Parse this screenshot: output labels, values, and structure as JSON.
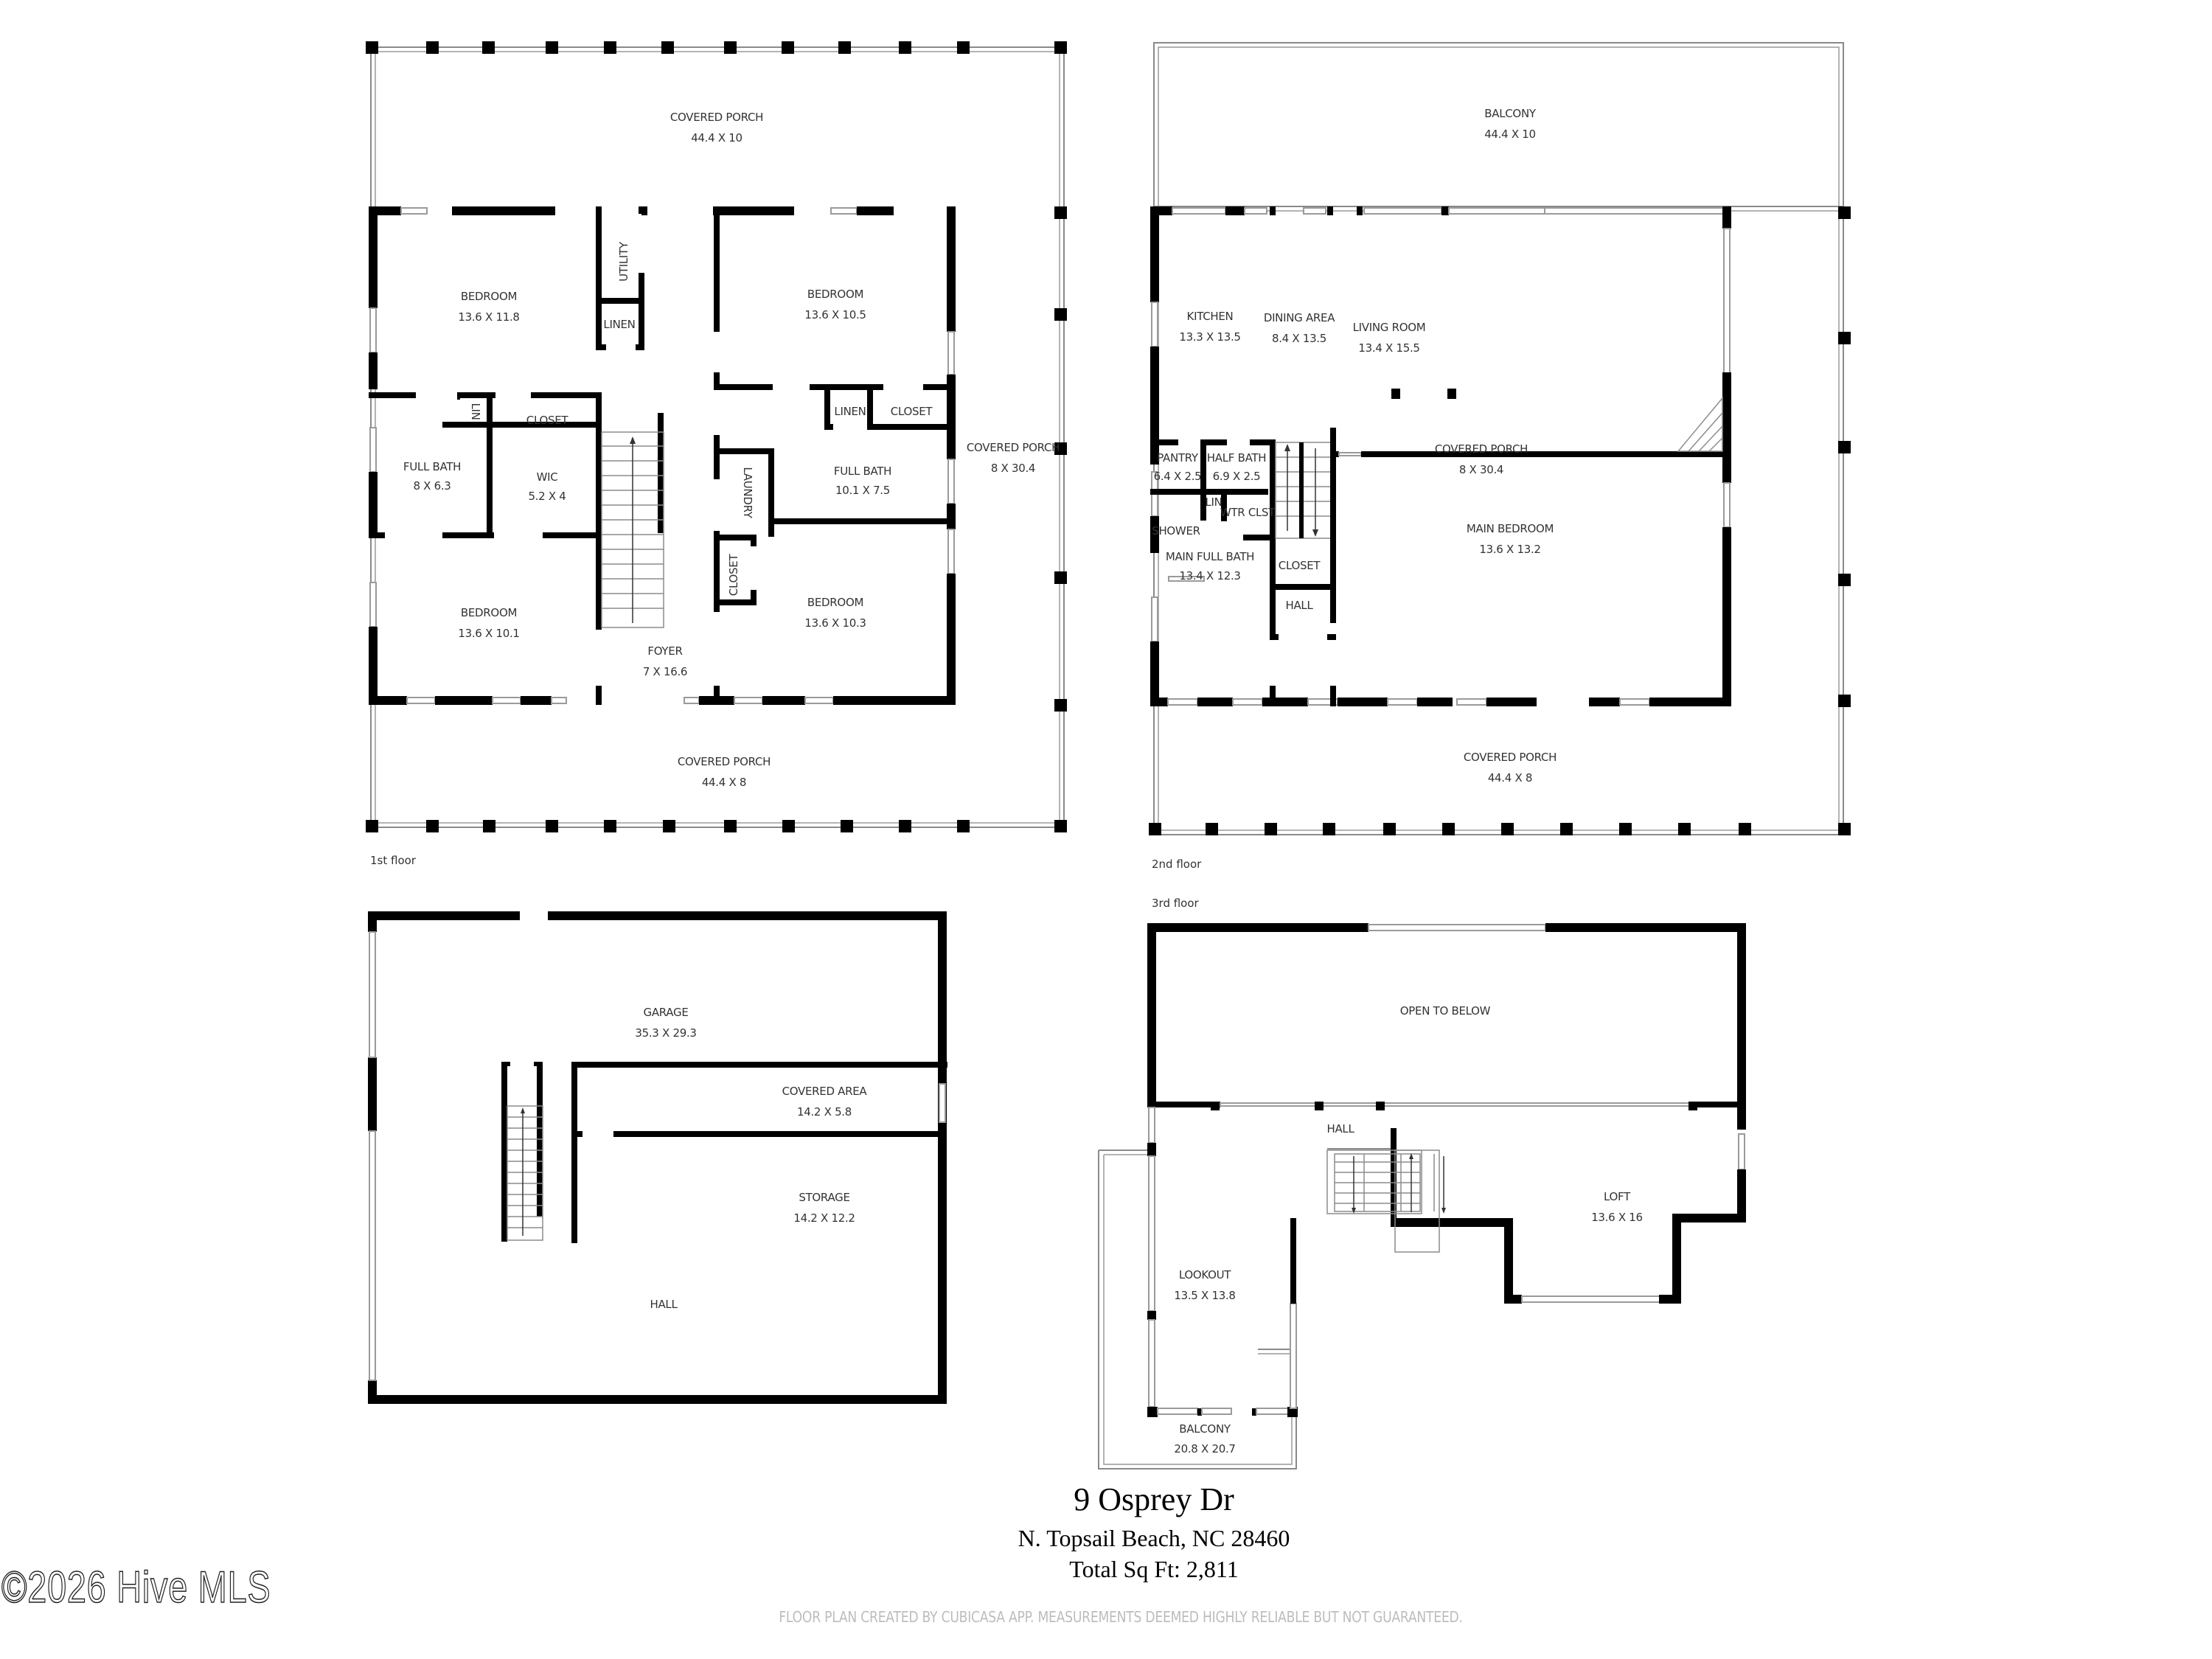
{
  "floors": {
    "first": {
      "label": "1st floor",
      "rooms": {
        "porch_top": {
          "name": "COVERED PORCH",
          "dims": "44.4 X 10"
        },
        "bedroom_nw": {
          "name": "BEDROOM",
          "dims": "13.6 X 11.8"
        },
        "utility": {
          "name": "UTILITY"
        },
        "linen_w": {
          "name": "LINEN"
        },
        "bedroom_ne": {
          "name": "BEDROOM",
          "dims": "13.6 X 10.5"
        },
        "lin": {
          "name": "LIN"
        },
        "closet_w": {
          "name": "CLOSET"
        },
        "linen_e": {
          "name": "LINEN"
        },
        "closet_e": {
          "name": "CLOSET"
        },
        "full_bath_w": {
          "name": "FULL BATH",
          "dims": "8 X 6.3"
        },
        "wic": {
          "name": "WIC",
          "dims": "5.2 X 4"
        },
        "laundry": {
          "name": "LAUNDRY"
        },
        "full_bath_e": {
          "name": "FULL BATH",
          "dims": "10.1 X 7.5"
        },
        "porch_side": {
          "name": "COVERED PORCH",
          "dims": "8 X 30.4"
        },
        "closet_small": {
          "name": "CLOSET"
        },
        "bedroom_sw": {
          "name": "BEDROOM",
          "dims": "13.6 X 10.1"
        },
        "bedroom_se": {
          "name": "BEDROOM",
          "dims": "13.6 X 10.3"
        },
        "foyer": {
          "name": "FOYER",
          "dims": "7 X 16.6"
        },
        "porch_bottom": {
          "name": "COVERED PORCH",
          "dims": "44.4 X 8"
        }
      }
    },
    "second": {
      "label": "2nd floor",
      "rooms": {
        "balcony": {
          "name": "BALCONY",
          "dims": "44.4 X 10"
        },
        "kitchen": {
          "name": "KITCHEN",
          "dims": "13.3 X 13.5"
        },
        "dining": {
          "name": "DINING AREA",
          "dims": "8.4 X 13.5"
        },
        "living": {
          "name": "LIVING ROOM",
          "dims": "13.4 X 15.5"
        },
        "pantry": {
          "name": "PANTRY",
          "dims": "6.4 X 2.5"
        },
        "half_bath": {
          "name": "HALF BATH",
          "dims": "6.9 X 2.5"
        },
        "porch_side": {
          "name": "COVERED PORCH",
          "dims": "8 X 30.4"
        },
        "lin": {
          "name": "LIN"
        },
        "wtr_clst": {
          "name": "WTR CLST"
        },
        "shower": {
          "name": "SHOWER"
        },
        "main_bedroom": {
          "name": "MAIN BEDROOM",
          "dims": "13.6 X 13.2"
        },
        "main_full_bath": {
          "name": "MAIN FULL BATH",
          "dims": "13.4 X 12.3"
        },
        "closet": {
          "name": "CLOSET"
        },
        "hall": {
          "name": "HALL"
        },
        "porch_bottom": {
          "name": "COVERED PORCH",
          "dims": "44.4 X 8"
        }
      }
    },
    "ground": {
      "rooms": {
        "garage": {
          "name": "GARAGE",
          "dims": "35.3 X 29.3"
        },
        "covered_area": {
          "name": "COVERED AREA",
          "dims": "14.2 X 5.8"
        },
        "storage": {
          "name": "STORAGE",
          "dims": "14.2 X 12.2"
        },
        "hall": {
          "name": "HALL"
        }
      }
    },
    "third": {
      "label": "3rd floor",
      "rooms": {
        "open_to_below": {
          "name": "OPEN TO BELOW"
        },
        "hall": {
          "name": "HALL"
        },
        "loft": {
          "name": "LOFT",
          "dims": "13.6 X 16"
        },
        "lookout": {
          "name": "LOOKOUT",
          "dims": "13.5 X 13.8"
        },
        "balcony": {
          "name": "BALCONY",
          "dims": "20.8 X 20.7"
        }
      }
    }
  },
  "property": {
    "street": "9 Osprey Dr",
    "city_state_zip": "N. Topsail Beach, NC 28460",
    "total_sqft": "Total Sq Ft: 2,811"
  },
  "watermark": "©2026 Hive MLS",
  "disclaimer": "FLOOR PLAN CREATED BY CUBICASA APP. MEASUREMENTS DEEMED HIGHLY RELIABLE BUT NOT GUARANTEED."
}
